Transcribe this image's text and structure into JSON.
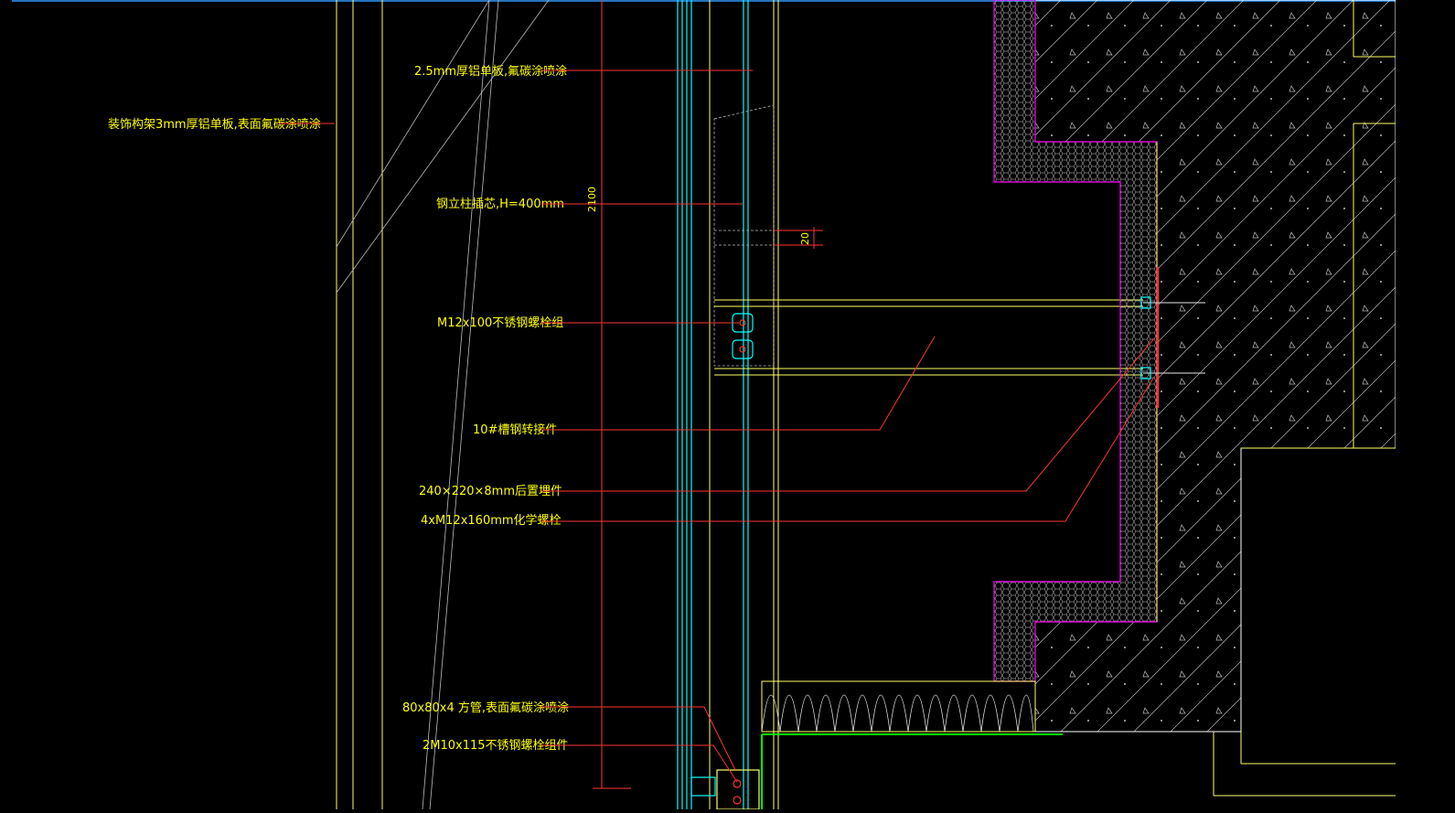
{
  "colors": {
    "background": "#000000",
    "label": "#FFFF00",
    "leader": "#FF0000",
    "frame": "#FFFF66",
    "glass": "#00FFFF",
    "insulation": "#FF00FF",
    "hatch": "#FFFFFF",
    "ground": "#00FF00"
  },
  "labels": {
    "decor_truss": "装饰构架3mm厚铝单板,表面氟碳涂喷涂",
    "alu_panel": "2.5mm厚铝单板,氟碳涂喷涂",
    "steel_core": "钢立柱插芯,H=400mm",
    "bolt_group": "M12x100不锈钢螺栓组",
    "channel_steel": "10#槽钢转接件",
    "embed_plate": "240×220×8mm后置埋件",
    "chem_bolt": "4xM12x160mm化学螺栓",
    "square_tube": "80x80x4 方管,表面氟碳涂喷涂",
    "bolt_assembly": "2M10x115不锈钢螺栓组件"
  },
  "dimensions": {
    "height": "2100",
    "gap": "20"
  }
}
